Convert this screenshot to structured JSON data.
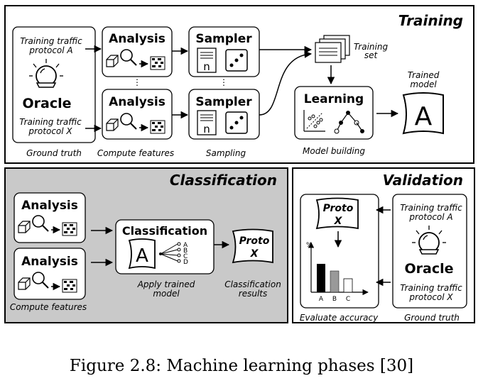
{
  "training": {
    "title": "Training",
    "input_a_line1": "Training traffic",
    "input_a_line2": "protocol A",
    "input_x_line1": "Training traffic",
    "input_x_line2": "protocol X",
    "oracle": "Oracle",
    "ground_truth": "Ground truth",
    "analysis_1": "Analysis",
    "analysis_2": "Analysis",
    "compute_features": "Compute features",
    "sampler_1": "Sampler",
    "sampler_2": "Sampler",
    "sampler_glyph_1": "n",
    "sampler_glyph_2": "n",
    "sampling": "Sampling",
    "training_set_line1": "Training",
    "training_set_line2": "set",
    "learning": "Learning",
    "model_building": "Model building",
    "trained_model_line1": "Trained",
    "trained_model_line2": "model",
    "model_letter": "A"
  },
  "classification": {
    "title": "Classification",
    "analysis_1": "Analysis",
    "analysis_2": "Analysis",
    "compute_features": "Compute features",
    "classifier": "Classification",
    "model_letter": "A",
    "outputs": [
      "A",
      "B",
      "C",
      "D"
    ],
    "apply_line1": "Apply trained",
    "apply_line2": "model",
    "result_line1": "Proto",
    "result_line2": "X",
    "results_line1": "Classification",
    "results_line2": "results"
  },
  "validation": {
    "title": "Validation",
    "proto_line1": "Proto",
    "proto_line2": "X",
    "percent_label": "%",
    "bar_labels": [
      "A",
      "B",
      "C"
    ],
    "evaluate_accuracy": "Evaluate accuracy",
    "input_a_line1": "Training traffic",
    "input_a_line2": "protocol A",
    "input_x_line1": "Training traffic",
    "input_x_line2": "protocol X",
    "oracle": "Oracle",
    "ground_truth": "Ground truth"
  },
  "caption": "Figure 2.8: Machine learning phases [30]"
}
